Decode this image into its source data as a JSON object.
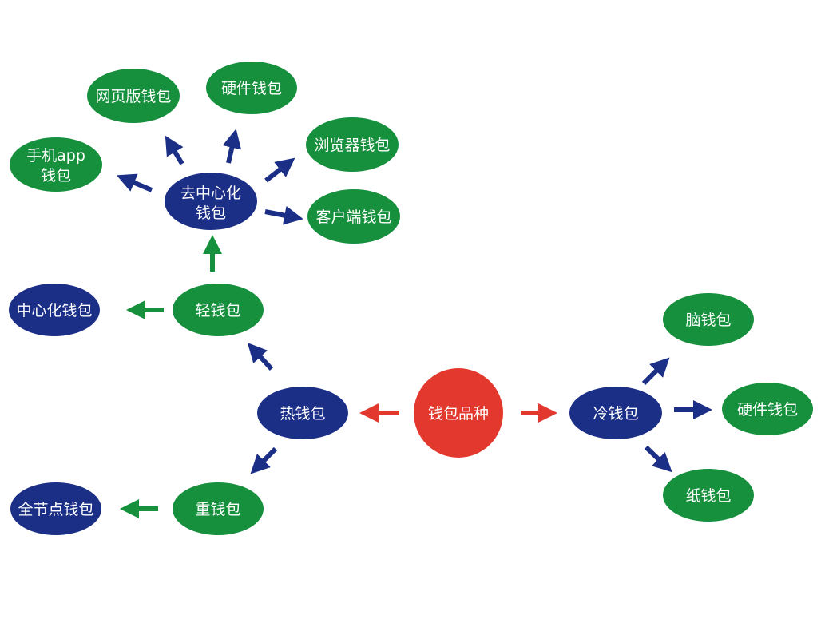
{
  "colors": {
    "green": "#16903d",
    "navy": "#1b2f87",
    "red": "#e3382d",
    "arrow_green": "#16903d",
    "arrow_navy": "#1b2f87",
    "arrow_red": "#e3382d"
  },
  "nodes": {
    "root": {
      "lines": [
        "钱包品种"
      ],
      "color": "red"
    },
    "hot": {
      "lines": [
        "热钱包"
      ],
      "color": "navy"
    },
    "cold": {
      "lines": [
        "冷钱包"
      ],
      "color": "navy"
    },
    "light": {
      "lines": [
        "轻钱包"
      ],
      "color": "green"
    },
    "heavy": {
      "lines": [
        "重钱包"
      ],
      "color": "green"
    },
    "centralized": {
      "lines": [
        "中心化钱包"
      ],
      "color": "navy"
    },
    "full_node": {
      "lines": [
        "全节点钱包"
      ],
      "color": "navy"
    },
    "decentralized": {
      "lines": [
        "去中心化",
        "钱包"
      ],
      "color": "navy"
    },
    "mobile_app": {
      "lines": [
        "手机app",
        "钱包"
      ],
      "color": "green"
    },
    "web": {
      "lines": [
        "网页版钱包"
      ],
      "color": "green"
    },
    "hardware_top": {
      "lines": [
        "硬件钱包"
      ],
      "color": "green"
    },
    "browser": {
      "lines": [
        "浏览器钱包"
      ],
      "color": "green"
    },
    "client": {
      "lines": [
        "客户端钱包"
      ],
      "color": "green"
    },
    "brain": {
      "lines": [
        "脑钱包"
      ],
      "color": "green"
    },
    "hardware_cold": {
      "lines": [
        "硬件钱包"
      ],
      "color": "green"
    },
    "paper": {
      "lines": [
        "纸钱包"
      ],
      "color": "green"
    }
  }
}
